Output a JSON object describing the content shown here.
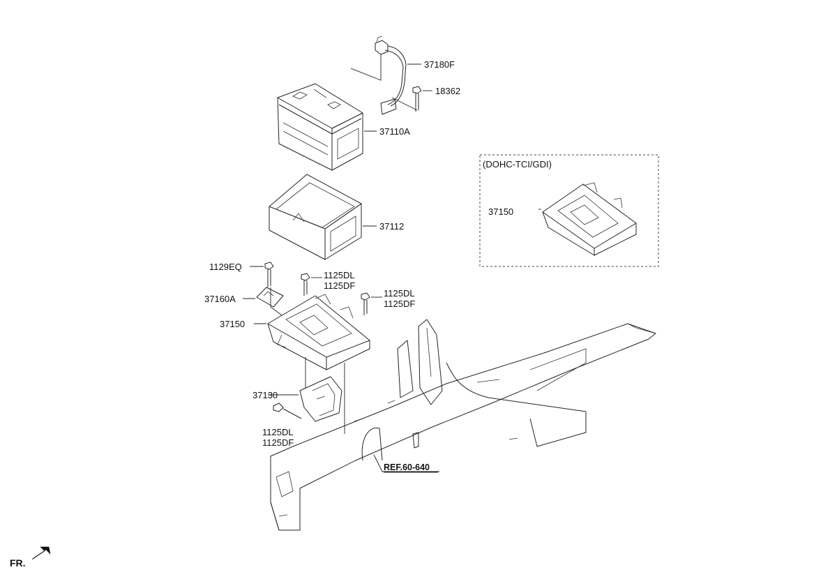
{
  "callouts": {
    "harness": "37180F",
    "bolt_top": "18362",
    "battery": "37110A",
    "insulator": "37112",
    "bolt_left": "1129EQ",
    "bolt_mid_a": "1125DL",
    "bolt_mid_b": "1125DF",
    "bolt_right_a": "1125DL",
    "bolt_right_b": "1125DF",
    "clamp": "37160A",
    "tray": "37150",
    "bracket": "37130",
    "bolt_low_a": "1125DL",
    "bolt_low_b": "1125DF",
    "reference": "REF.60-640"
  },
  "variant": {
    "title": "(DOHC-TCI/GDI)",
    "tray": "37150"
  },
  "direction": "FR."
}
